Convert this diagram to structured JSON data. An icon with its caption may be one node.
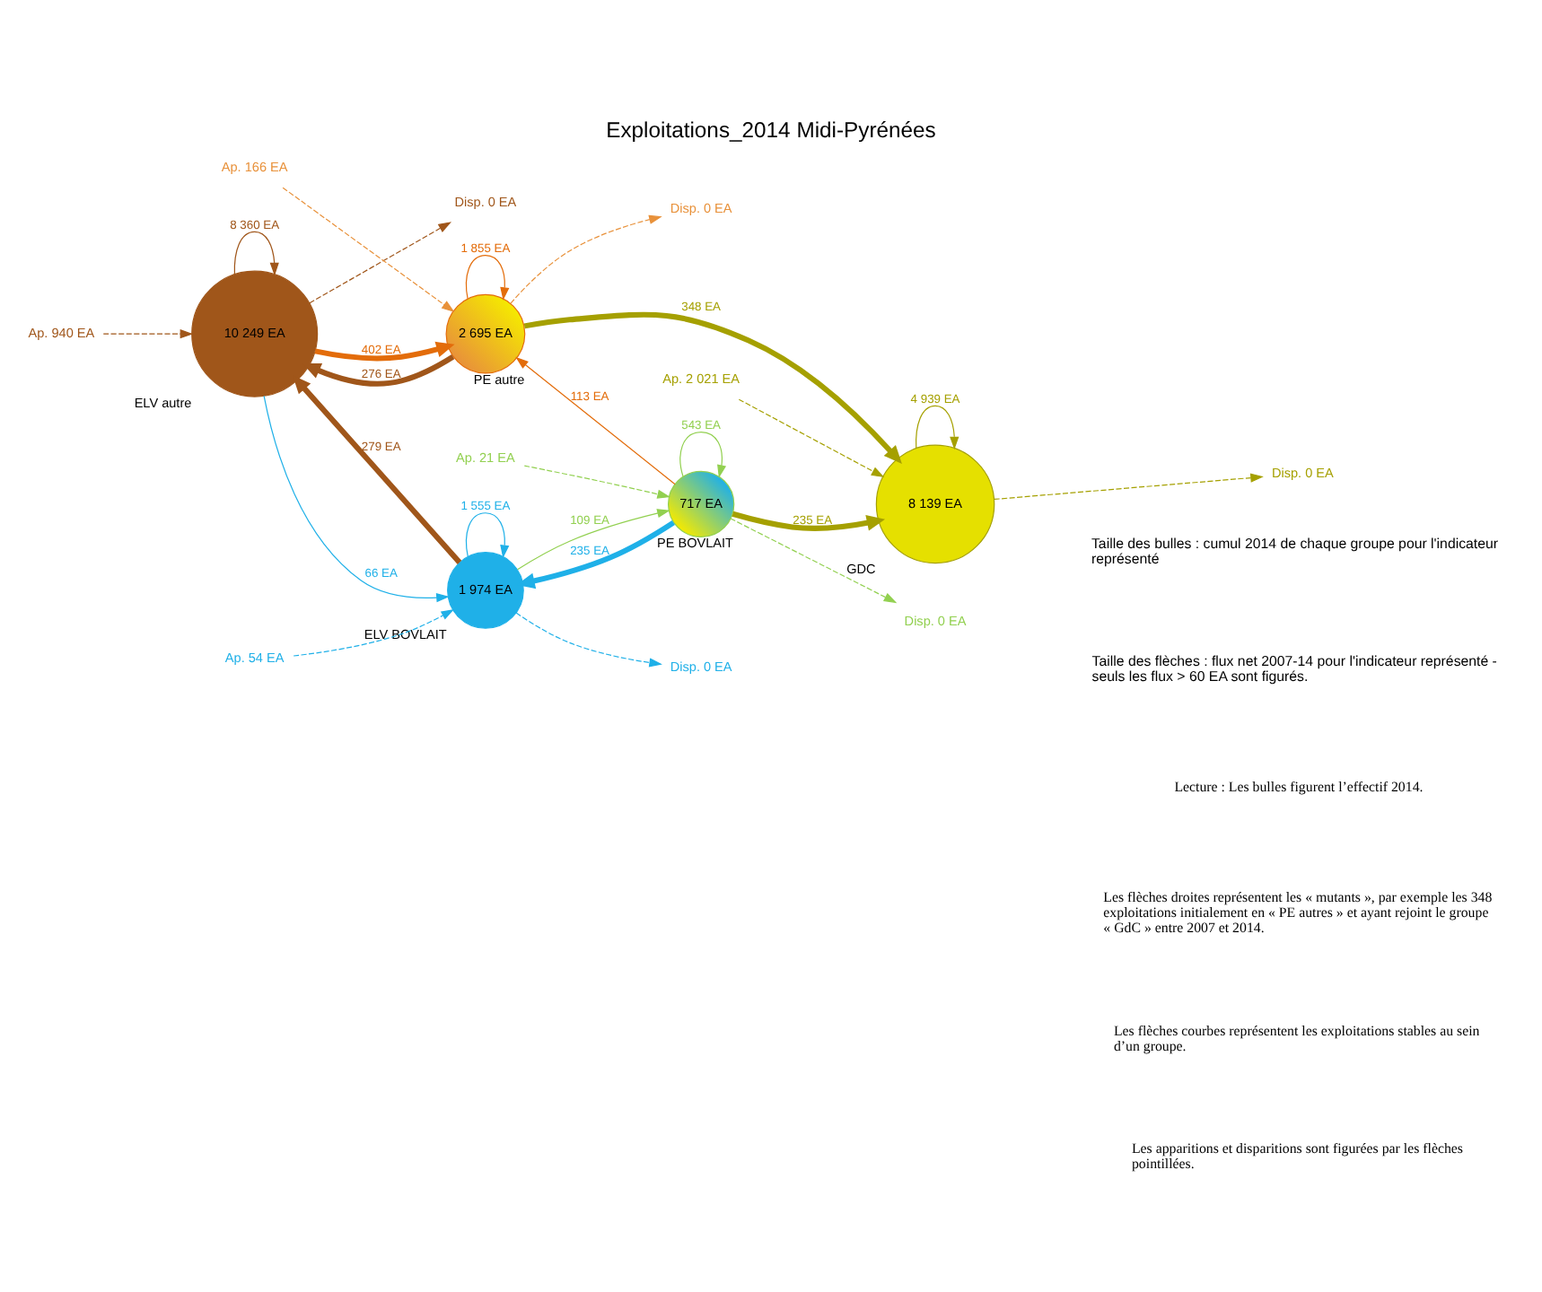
{
  "diagram": {
    "title": "Exploitations_2014 Midi-Pyrénées",
    "nodes": [
      {
        "text": [
          "10 249 EA"
        ],
        "beside": [
          "ELV autre"
        ]
      },
      {
        "text": [
          "2 695 EA"
        ],
        "beside": [
          "PE autre"
        ]
      },
      {
        "text": [
          "8 139 EA"
        ],
        "beside": [
          "GDC"
        ]
      },
      {
        "text": [
          "1 974 EA"
        ],
        "beside": [
          "ELV BOVLAIT"
        ]
      },
      {
        "text": [
          "717 EA"
        ],
        "beside": [
          "PE BOVLAIT"
        ]
      },
      {
        "text": [
          "Ap. 940 EA"
        ]
      },
      {
        "text": [
          "Disp. 0 EA"
        ]
      },
      {
        "text": [
          "Ap. 166 EA"
        ]
      },
      {
        "text": [
          "Disp. 0 EA"
        ]
      },
      {
        "text": [
          "Ap. 2 021 EA"
        ]
      },
      {
        "text": [
          "Disp. 0 EA"
        ]
      },
      {
        "text": [
          "Ap. 54 EA"
        ]
      },
      {
        "text": [
          "Disp. 0 EA"
        ]
      },
      {
        "text": [
          "Ap. 21 EA"
        ]
      },
      {
        "text": [
          "Disp. 0 EA"
        ]
      }
    ],
    "edges": [
      {
        "from": 0,
        "to": 0,
        "arrow": "to",
        "label": "8 360 EA",
        "color": "#a0561a"
      },
      {
        "from": 5,
        "to": 0,
        "arrow": "to",
        "style": "dashed",
        "color": "#a0561a"
      },
      {
        "from": 0,
        "to": 6,
        "arrow": "to",
        "style": "dashed",
        "color": "#a0561a"
      },
      {
        "from": 1,
        "to": 1,
        "arrow": "to",
        "label": "1 855 EA",
        "color": "#e36c0a"
      },
      {
        "from": 7,
        "to": 1,
        "arrow": "to",
        "style": "dashed",
        "color": "#e8913a"
      },
      {
        "from": 1,
        "to": 8,
        "arrow": "to",
        "style": "dashed",
        "color": "#e8913a"
      },
      {
        "from": 2,
        "to": 2,
        "arrow": "to",
        "label": "4 939 EA",
        "color": "#a5a000"
      },
      {
        "from": 0,
        "to": 1,
        "arrow": "to",
        "label": "402 EA",
        "style": "thick",
        "color": "#e36c0a"
      },
      {
        "from": 1,
        "to": 0,
        "arrow": "to",
        "label": "276 EA",
        "style": "thick",
        "color": "#a0561a"
      },
      {
        "from": 1,
        "to": 2,
        "arrow": "to",
        "label": "348 EA",
        "style": "thick",
        "color": "#a5a000"
      },
      {
        "from": 0,
        "to": 3,
        "arrow": "to",
        "label": "66 EA",
        "color": "#1fb0e8"
      },
      {
        "from": 3,
        "to": 0,
        "arrow": "to",
        "label": "279 EA",
        "style": "thick",
        "color": "#a0561a"
      },
      {
        "from": 4,
        "to": 1,
        "arrow": "to",
        "label": "113 EA",
        "color": "#e36c0a"
      },
      {
        "from": 4,
        "to": 2,
        "arrow": "to",
        "label": "235 EA",
        "style": "thick",
        "color": "#a5a000"
      },
      {
        "from": 2,
        "to": 10,
        "arrow": "to",
        "style": "dashed",
        "color": "#a5a000"
      },
      {
        "from": 9,
        "to": 2,
        "arrow": "to",
        "style": "dashed",
        "color": "#a5a000"
      },
      {
        "from": 3,
        "to": 3,
        "arrow": "to",
        "label": "1 555 EA",
        "color": "#1fb0e8"
      },
      {
        "from": 4,
        "to": 3,
        "arrow": "to",
        "label": "235 EA",
        "style": "thick",
        "color": "#1fb0e8"
      },
      {
        "from": 3,
        "to": 4,
        "arrow": "to",
        "label": "109 EA",
        "color": "#92d050"
      },
      {
        "from": 4,
        "to": 4,
        "arrow": "to",
        "label": "543 EA",
        "color": "#92d050"
      },
      {
        "from": 11,
        "to": 3,
        "arrow": "to",
        "style": "dashed",
        "color": "#1fb0e8"
      },
      {
        "from": 3,
        "to": 12,
        "arrow": "to",
        "style": "dashed",
        "color": "#1fb0e8"
      },
      {
        "from": 13,
        "to": 4,
        "arrow": "to",
        "style": "dashed",
        "color": "#92d050"
      },
      {
        "from": 4,
        "to": 14,
        "arrow": "to",
        "style": "dashed",
        "color": "#92d050"
      }
    ],
    "labels": [
      "Taille des bulles : cumul 2014 de chaque groupe pour l'indicateur représenté",
      "Taille des flèches : flux net 2007-14 pour l'indicateur représenté - seuls les flux > 60 EA sont figurés.",
      "Lecture : Les bulles figurent l’effectif 2014.",
      "Les flèches droites représentent les « mutants », par exemple les 348 exploitations initialement en « PE autres » et ayant rejoint le groupe « GdC » entre 2007 et 2014.",
      "Les flèches courbes représentent les exploitations stables au sein d’un groupe.",
      "Les apparitions et disparitions sont figurées par les flèches pointillées."
    ]
  }
}
